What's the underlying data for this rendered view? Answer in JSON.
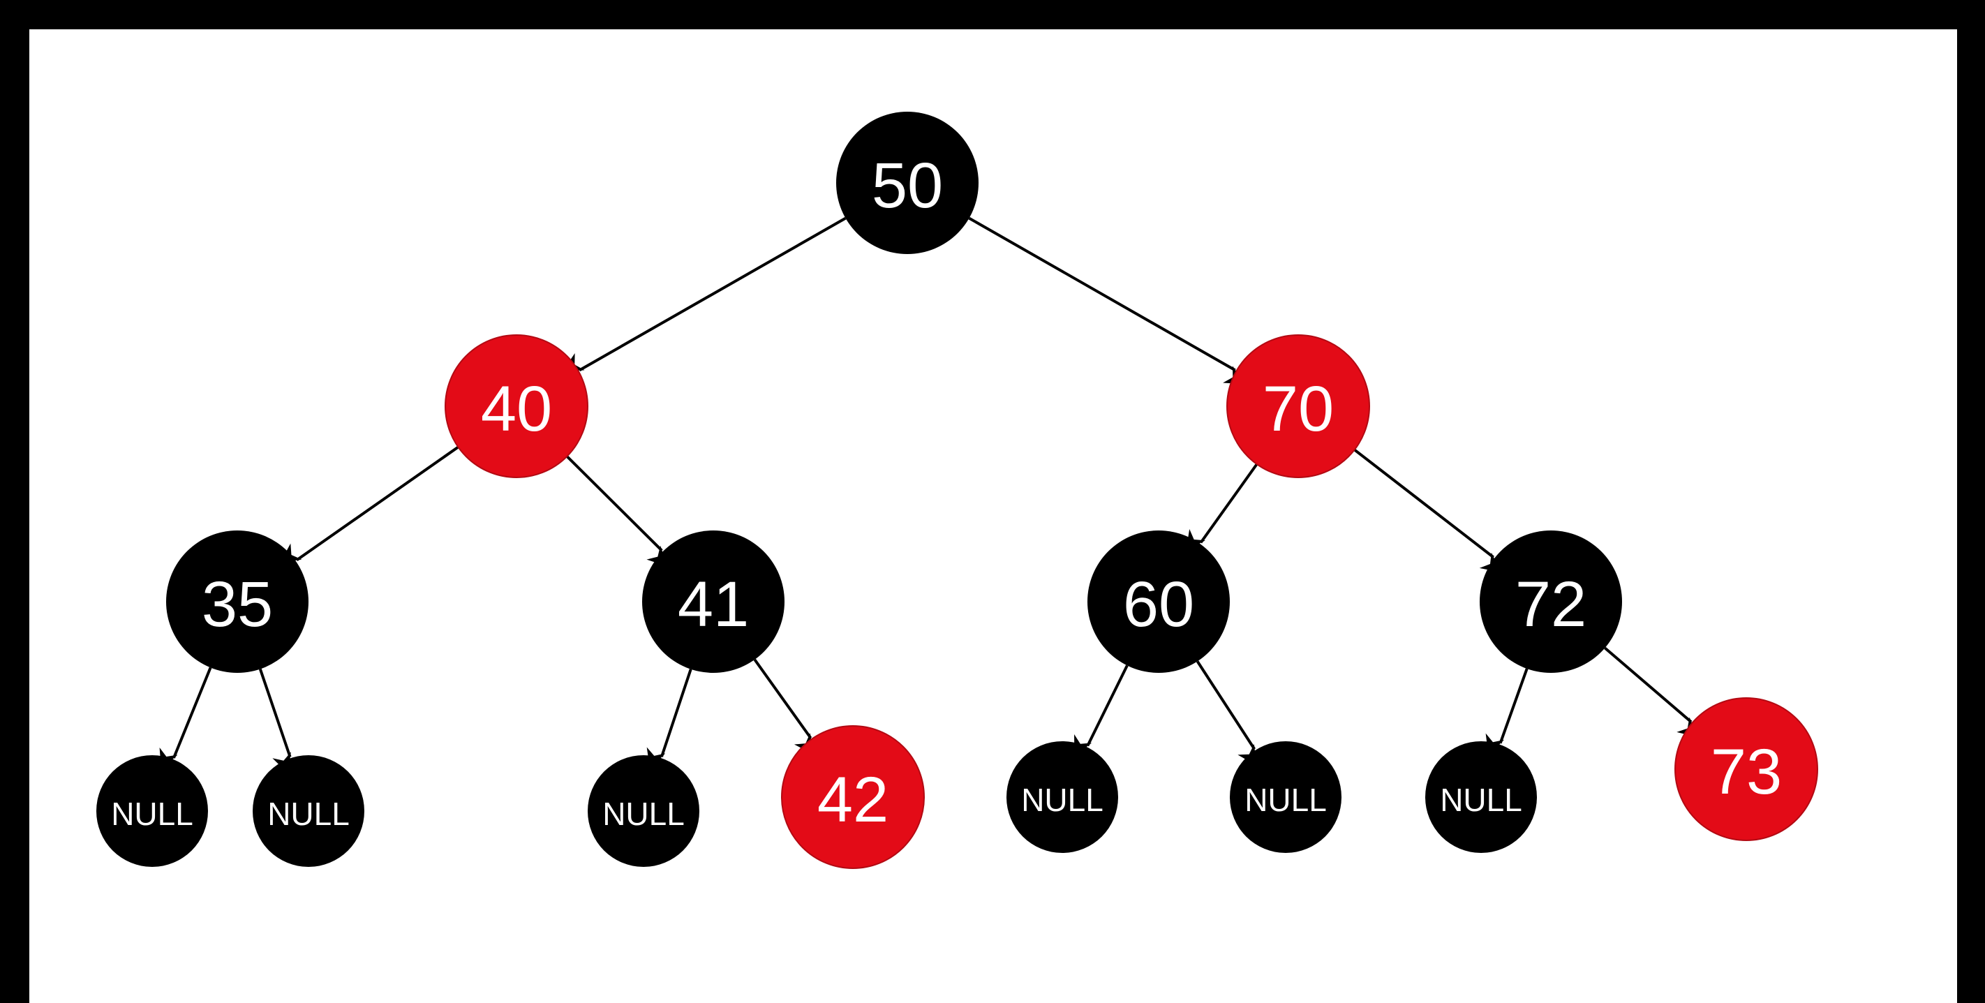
{
  "colors": {
    "frame": "#000000",
    "background": "#ffffff",
    "red_node": "#e30b17",
    "black_node": "#000000",
    "edge": "#000000",
    "label": "#ffffff"
  },
  "tree": {
    "nodes": [
      {
        "id": "n50",
        "label": "50",
        "color": "black"
      },
      {
        "id": "n40",
        "label": "40",
        "color": "red"
      },
      {
        "id": "n70",
        "label": "70",
        "color": "red"
      },
      {
        "id": "n35",
        "label": "35",
        "color": "black"
      },
      {
        "id": "n41",
        "label": "41",
        "color": "black"
      },
      {
        "id": "n60",
        "label": "60",
        "color": "black"
      },
      {
        "id": "n72",
        "label": "72",
        "color": "black"
      },
      {
        "id": "n35l",
        "label": "NULL",
        "color": "black"
      },
      {
        "id": "n35r",
        "label": "NULL",
        "color": "black"
      },
      {
        "id": "n41l",
        "label": "NULL",
        "color": "black"
      },
      {
        "id": "n42",
        "label": "42",
        "color": "red"
      },
      {
        "id": "n60l",
        "label": "NULL",
        "color": "black"
      },
      {
        "id": "n60r",
        "label": "NULL",
        "color": "black"
      },
      {
        "id": "n72l",
        "label": "NULL",
        "color": "black"
      },
      {
        "id": "n73",
        "label": "73",
        "color": "red"
      }
    ],
    "edges": [
      {
        "from": "n50",
        "to": "n40"
      },
      {
        "from": "n50",
        "to": "n70"
      },
      {
        "from": "n40",
        "to": "n35"
      },
      {
        "from": "n40",
        "to": "n41"
      },
      {
        "from": "n70",
        "to": "n60"
      },
      {
        "from": "n70",
        "to": "n72"
      },
      {
        "from": "n35",
        "to": "n35l"
      },
      {
        "from": "n35",
        "to": "n35r"
      },
      {
        "from": "n41",
        "to": "n41l"
      },
      {
        "from": "n41",
        "to": "n42"
      },
      {
        "from": "n60",
        "to": "n60l"
      },
      {
        "from": "n60",
        "to": "n60r"
      },
      {
        "from": "n72",
        "to": "n72l"
      },
      {
        "from": "n72",
        "to": "n73"
      }
    ]
  }
}
